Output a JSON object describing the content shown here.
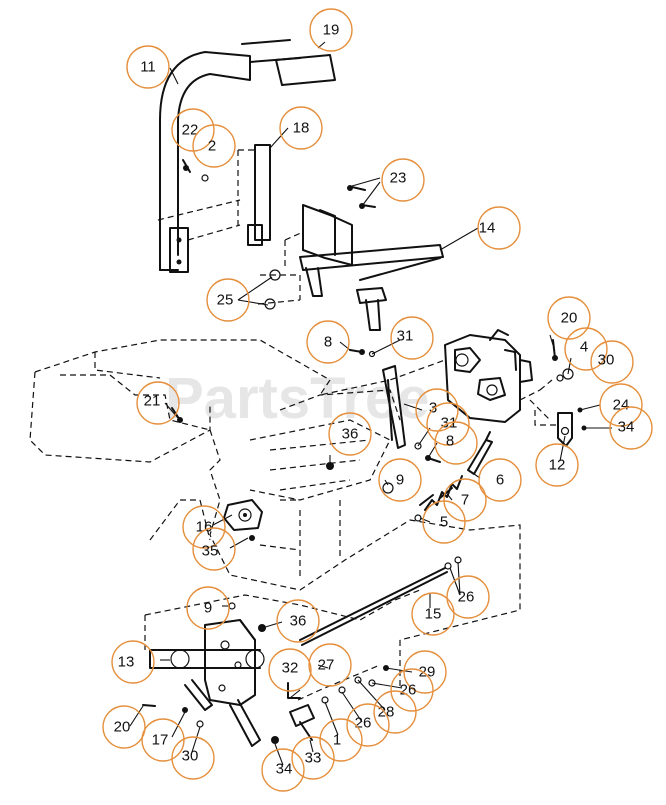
{
  "watermark": "PartsTree",
  "colors": {
    "callout_ring": "#e58f3c",
    "line": "#111111",
    "watermark": "#c9c9c9"
  },
  "callouts": [
    "19",
    "11",
    "18",
    "22",
    "2",
    "23",
    "14",
    "25",
    "8",
    "31",
    "20",
    "4",
    "30",
    "21",
    "3",
    "31",
    "8",
    "36",
    "24",
    "34",
    "12",
    "6",
    "9",
    "7",
    "5",
    "16",
    "35",
    "26",
    "15",
    "9",
    "36",
    "13",
    "32",
    "27",
    "29",
    "26",
    "28",
    "26",
    "20",
    "17",
    "30",
    "1",
    "33",
    "34"
  ]
}
